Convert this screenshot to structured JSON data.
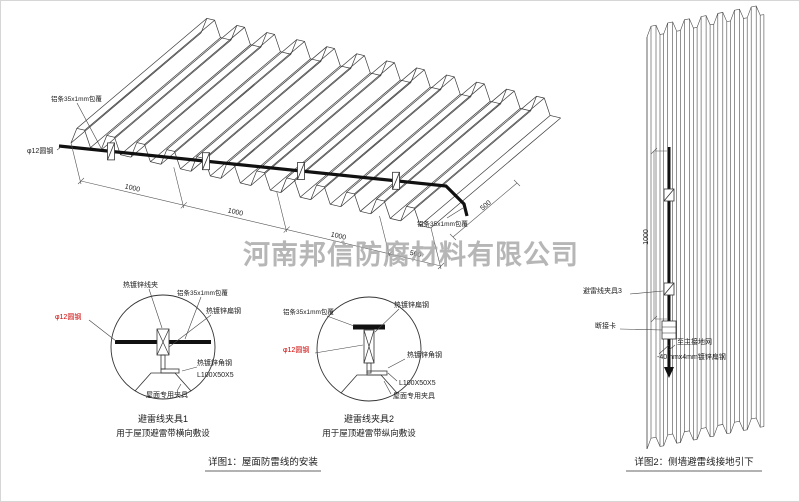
{
  "watermark": "河南邦信防腐材料有限公司",
  "main_drawing": {
    "label_alu_strip_left": "铝条35x1mm包覆",
    "label_alu_strip_right": "铝条35x1mm包覆",
    "label_round_steel": "φ12圆钢",
    "dim_1": "1000",
    "dim_2": "1000",
    "dim_3": "1000",
    "dim_4": "500",
    "dim_side": "500"
  },
  "detail_circle_1": {
    "label_wire_clip": "热镀锌线夹",
    "label_alu_strip": "铝条35x1mm包覆",
    "label_flat_steel": "热镀锌扁钢",
    "label_round_steel": "φ12圆钢",
    "label_angle_steel": "热镀锌角钢",
    "label_angle_spec": "L100X50X5",
    "label_roof_clamp": "屋面专用夹具",
    "title": "避雷线夹具1",
    "subtitle": "用于屋顶避雷带横向敷设"
  },
  "detail_circle_2": {
    "label_alu_strip": "铝条35x1mm包覆",
    "label_flat_steel": "热镀锌扁钢",
    "label_round_steel": "φ12圆钢",
    "label_angle_steel": "热镀锌角钢",
    "label_angle_spec": "L100X50X5",
    "label_roof_clamp": "屋面专用夹具",
    "title": "避雷线夹具2",
    "subtitle": "用于屋顶避雷带纵向敷设"
  },
  "wall_drawing": {
    "dim": "1000",
    "label_clamp3": "避雷线夹具3",
    "label_disconnect": "断接卡",
    "label_to_ground": "至主接地网",
    "label_flat_steel": "-40mmx4mm镀锌扁钢"
  },
  "captions": {
    "detail_1": "详图1：屋面防雷线的安装",
    "detail_2": "详图2：侧墙避雷线接地引下"
  },
  "colors": {
    "line": "#3a3a3a",
    "red_label": "#cc0000",
    "watermark_gray": "#a5a5a5"
  }
}
